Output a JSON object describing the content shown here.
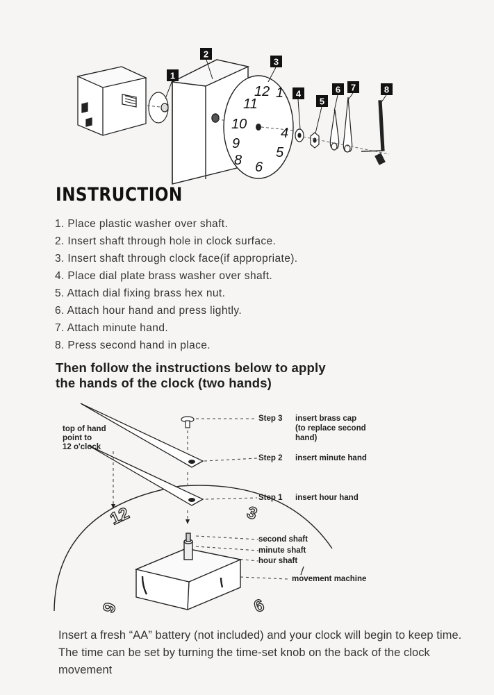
{
  "top_diagram": {
    "part_numbers": [
      "1",
      "2",
      "3",
      "4",
      "5",
      "6",
      "7",
      "8"
    ],
    "dial_numerals": [
      "12",
      "1",
      "11",
      "10",
      "4",
      "9",
      "5",
      "8",
      "6"
    ]
  },
  "heading": "INSTRUCTION",
  "steps": [
    "1. Place plastic washer over shaft.",
    "2. Insert shaft through hole in clock surface.",
    "3. Insert shaft through clock face(if appropriate).",
    "4. Place dial plate brass washer over shaft.",
    "5. Attach dial fixing brass hex nut.",
    "6. Attach hour hand and press lightly.",
    "7. Attach minute hand.",
    "8. Press second hand in place."
  ],
  "subheading": {
    "line1": "Then follow the instructions below to apply",
    "line2": "the hands of the clock (two hands)"
  },
  "bottom_diagram": {
    "top_of_hand": [
      "top of hand",
      "point to",
      "12 o'clock"
    ],
    "step3": {
      "label": "Step 3",
      "text": [
        "insert brass cap",
        "(to replace second",
        "hand)"
      ]
    },
    "step2": {
      "label": "Step 2",
      "text": "insert minute hand"
    },
    "step1": {
      "label": "Step 1",
      "text": "insert hour hand"
    },
    "second_shaft": "second shaft",
    "minute_shaft": "minute shaft",
    "hour_shaft": "hour shaft",
    "movement_machine": "movement  machine",
    "dial_numerals": [
      "12",
      "3",
      "9",
      "6"
    ]
  },
  "footer": "Insert a fresh  “AA”  battery (not included) and your clock will begin to keep time. The time can be set by turning the time-set knob on the back of the clock movement"
}
